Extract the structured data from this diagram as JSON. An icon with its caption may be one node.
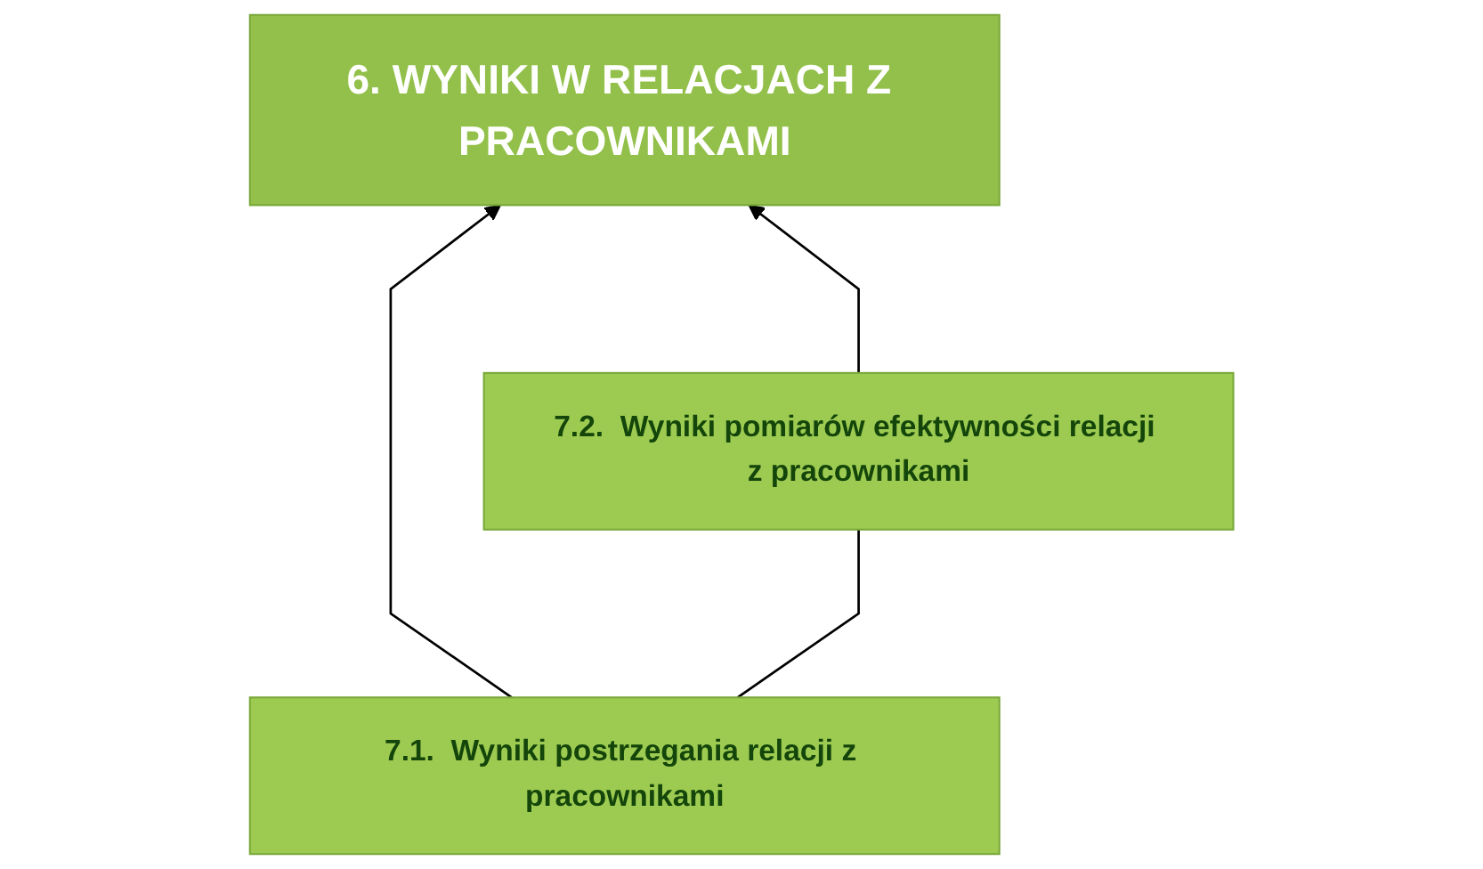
{
  "diagram": {
    "nodes": [
      {
        "text": [
          "6. WYNIKI W RELACJACH Z PRACOWNIKAMI"
        ]
      },
      {
        "text": [
          "7.1.  Wyniki postrzegania relacji z pracownikami"
        ]
      },
      {
        "text": [
          "7.2.  Wyniki pomiarów efektywności relacji z pracownikami"
        ]
      }
    ],
    "edges": [
      {
        "from": 1,
        "to": 0,
        "arrow": "to"
      },
      {
        "from": 2,
        "to": 0,
        "arrow": "to"
      },
      {
        "from": 1,
        "to": 2,
        "arrow": "none"
      }
    ]
  }
}
